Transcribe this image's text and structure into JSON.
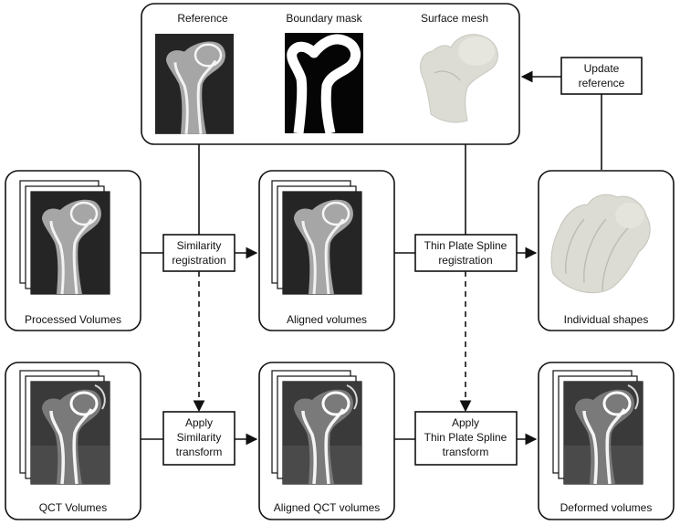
{
  "reference_panel": {
    "reference_label": "Reference",
    "boundary_label": "Boundary mask",
    "mesh_label": "Surface mesh"
  },
  "update_box": {
    "line1": "Update",
    "line2": "reference"
  },
  "similarity_box": {
    "line1": "Similarity",
    "line2": "registration"
  },
  "tps_box": {
    "line1": "Thin Plate Spline",
    "line2": "registration"
  },
  "apply_similarity_box": {
    "line1": "Apply",
    "line2": "Similarity",
    "line3": "transform"
  },
  "apply_tps_box": {
    "line1": "Apply",
    "line2": "Thin Plate Spline",
    "line3": "transform"
  },
  "panels": {
    "processed": "Processed Volumes",
    "aligned": "Aligned volumes",
    "individual": "Individual shapes",
    "qct": "QCT Volumes",
    "aligned_qct": "Aligned QCT volumes",
    "deformed": "Deformed volumes"
  },
  "colors": {
    "line": "#111111",
    "xray_bg": "#1e1e1e",
    "bone": "#e6e6e6",
    "mesh": "#dcdcd4"
  }
}
